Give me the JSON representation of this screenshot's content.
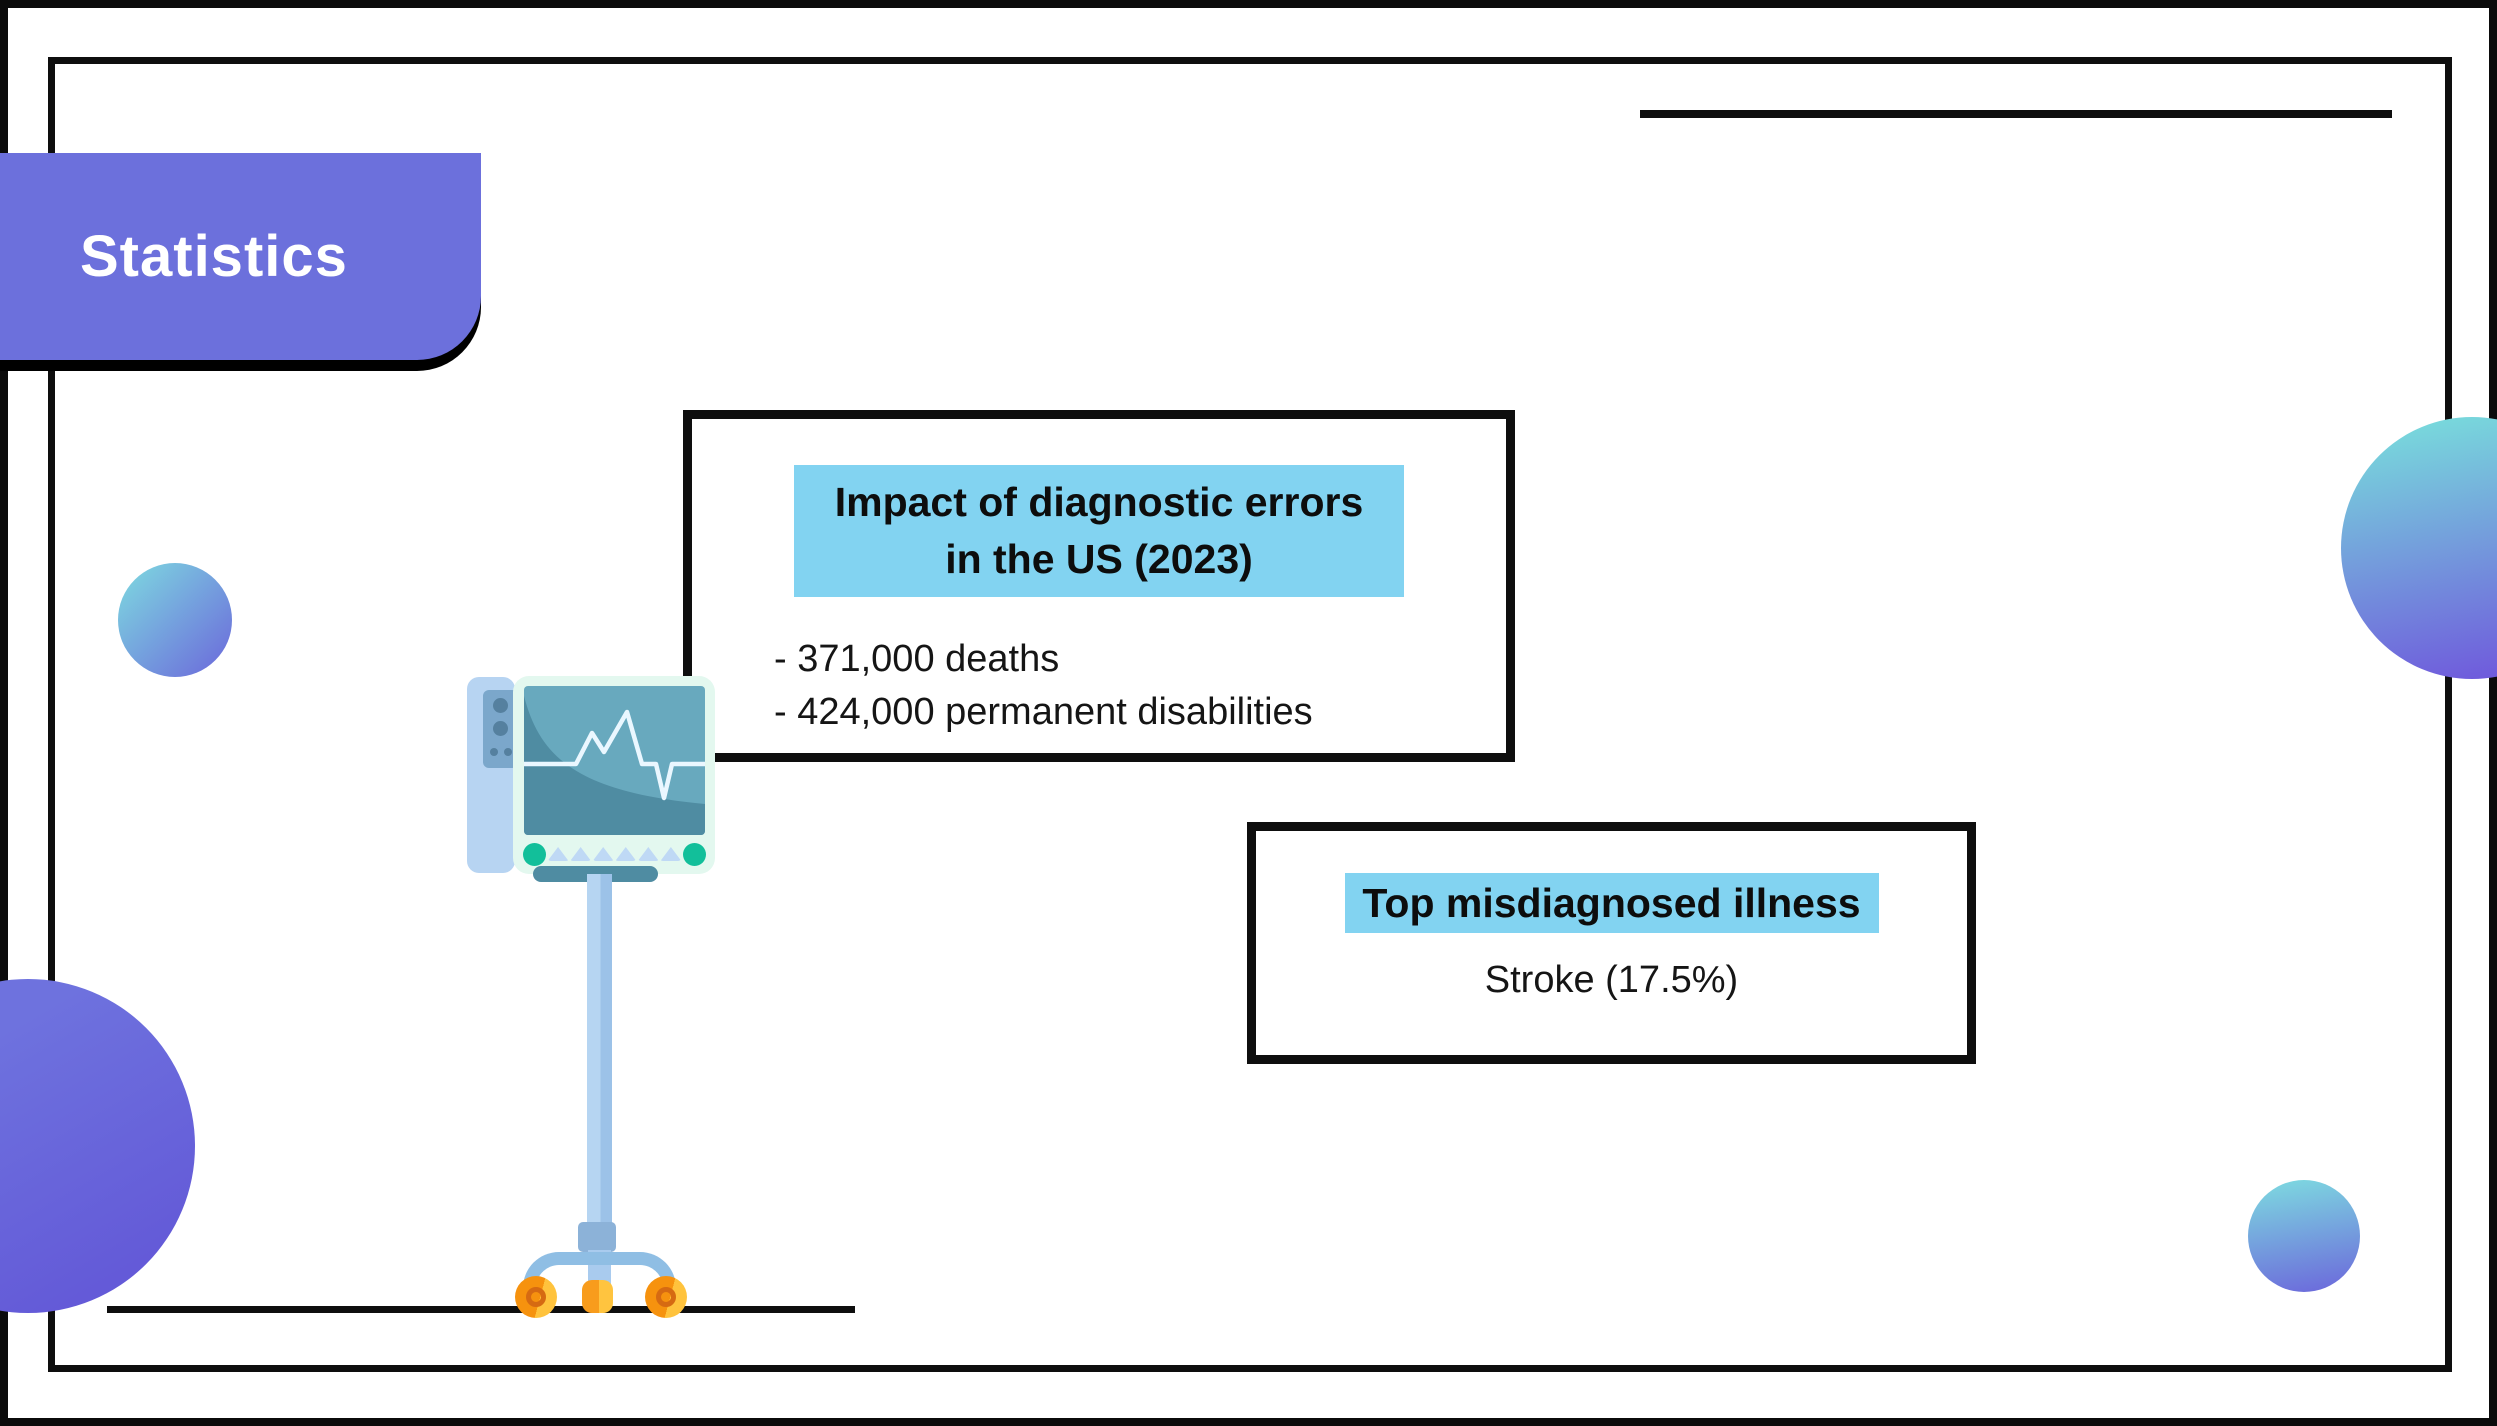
{
  "slide": {
    "title": "Statistics",
    "impact_box": {
      "heading_lines": [
        "Impact of diagnostic errors",
        "in the US (2023)"
      ],
      "bullets": [
        "- 371,000 deaths",
        "- 424,000 permanent disabilities"
      ]
    },
    "misdiagnosis_box": {
      "heading": "Top misdiagnosed illness",
      "value": "Stroke (17.5%)"
    },
    "illustration": "vital-signs-monitor-on-wheeled-stand"
  },
  "colors": {
    "tab_purple": "#6C70DC",
    "highlight_blue": "#82D3F1",
    "circle_teal": "#7EDCE0",
    "circle_purple": "#6B66DB",
    "monitor_screen_teal": "#68A9BE",
    "wheel_orange": "#F6920E",
    "frame_black": "#0E0E0E"
  }
}
